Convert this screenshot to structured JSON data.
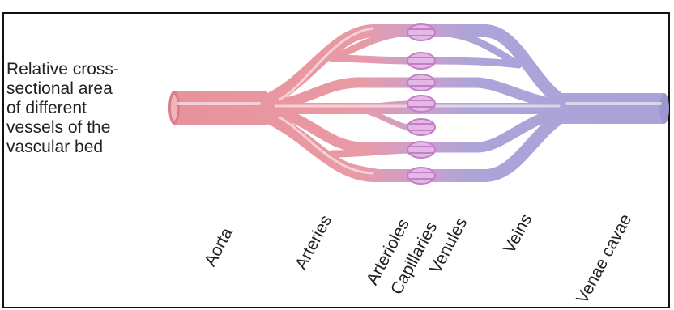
{
  "description_lines": [
    "Relative cross-",
    "sectional area",
    "of different",
    "vessels of the",
    "vascular bed"
  ],
  "vessel_labels": [
    "Aorta",
    "Arteries",
    "Arterioles",
    "Capillaries",
    "Venules",
    "Veins",
    "Venae cavae"
  ],
  "colors": {
    "arterial": "#e8929a",
    "arterial_light": "#f3c3c3",
    "capillary": "#c78ac8",
    "venous": "#a9a3d8",
    "venous_light": "#d4d1ee",
    "frame": "#111111",
    "text": "#222222"
  }
}
